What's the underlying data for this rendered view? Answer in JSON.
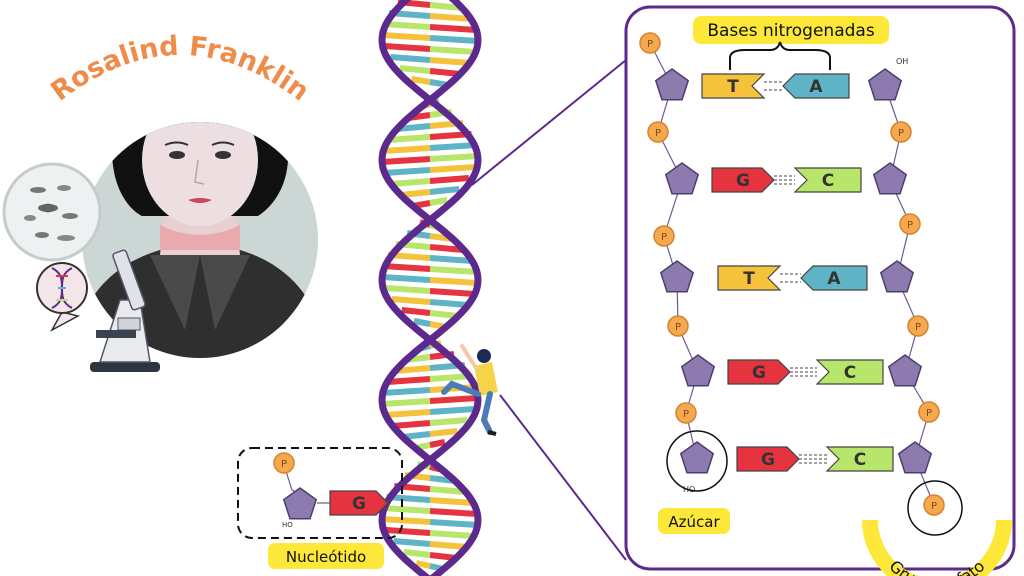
{
  "title": "Rosalind Franklin",
  "labels": {
    "bases": "Bases nitrogenadas",
    "sugar": "Azúcar",
    "phosphate": "Grupo fosfato",
    "nucleotide": "Nucleótido"
  },
  "phosphate_letter": "P",
  "oh_label": "OH",
  "ho_label": "HO",
  "base_pairs": [
    {
      "left": "T",
      "right": "A"
    },
    {
      "left": "G",
      "right": "C"
    },
    {
      "left": "T",
      "right": "A"
    },
    {
      "left": "G",
      "right": "C"
    },
    {
      "left": "G",
      "right": "C"
    }
  ],
  "nucleotide_base": "G",
  "colors": {
    "purple": "#5b2a8c",
    "T": "#f5c33b",
    "A": "#5fb3c7",
    "G": "#e5333f",
    "C": "#b7e66a",
    "sugar": "#8d7bb0",
    "phosphate": "#f4a950",
    "label_bg": "#fde83a",
    "title": "#f08c4a"
  }
}
